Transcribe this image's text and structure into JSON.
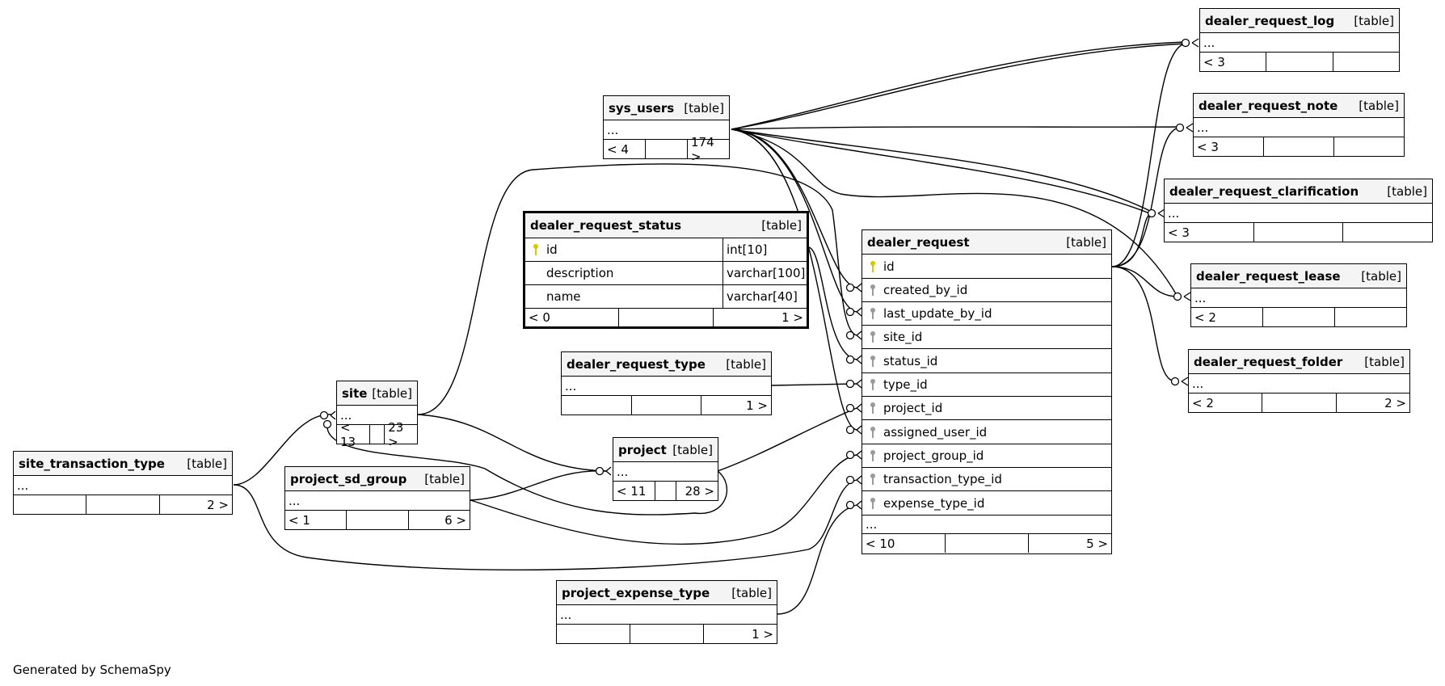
{
  "generator": "Generated by SchemaSpy",
  "colors": {
    "pk_key": "#d4c800",
    "fk_key": "#9a9a9a"
  },
  "tables": {
    "dealer_request_log": {
      "name": "dealer_request_log",
      "kind": "[table]",
      "more": "...",
      "footer": [
        "< 3",
        "",
        ""
      ]
    },
    "dealer_request_note": {
      "name": "dealer_request_note",
      "kind": "[table]",
      "more": "...",
      "footer": [
        "< 3",
        "",
        ""
      ]
    },
    "dealer_request_clarification": {
      "name": "dealer_request_clarification",
      "kind": "[table]",
      "more": "...",
      "footer": [
        "< 3",
        "",
        ""
      ]
    },
    "dealer_request_lease": {
      "name": "dealer_request_lease",
      "kind": "[table]",
      "more": "...",
      "footer": [
        "< 2",
        "",
        ""
      ]
    },
    "dealer_request_folder": {
      "name": "dealer_request_folder",
      "kind": "[table]",
      "more": "...",
      "footer": [
        "< 2",
        "",
        "2 >"
      ]
    },
    "sys_users": {
      "name": "sys_users",
      "kind": "[table]",
      "more": "...",
      "footer": [
        "< 4",
        "",
        "174 >"
      ]
    },
    "dealer_request_status": {
      "name": "dealer_request_status",
      "kind": "[table]",
      "columns": [
        {
          "name": "id",
          "type": "int[10]"
        },
        {
          "name": "description",
          "type": "varchar[100]"
        },
        {
          "name": "name",
          "type": "varchar[40]"
        }
      ],
      "footer": [
        "< 0",
        "",
        "1 >"
      ]
    },
    "dealer_request": {
      "name": "dealer_request",
      "kind": "[table]",
      "columns": [
        "id",
        "created_by_id",
        "last_update_by_id",
        "site_id",
        "status_id",
        "type_id",
        "project_id",
        "assigned_user_id",
        "project_group_id",
        "transaction_type_id",
        "expense_type_id"
      ],
      "more": "...",
      "footer": [
        "< 10",
        "",
        "5 >"
      ]
    },
    "dealer_request_type": {
      "name": "dealer_request_type",
      "kind": "[table]",
      "more": "...",
      "footer": [
        "",
        "",
        "1 >"
      ]
    },
    "site": {
      "name": "site",
      "kind": "[table]",
      "more": "...",
      "footer": [
        "< 13",
        "",
        "23 >"
      ]
    },
    "project": {
      "name": "project",
      "kind": "[table]",
      "more": "...",
      "footer": [
        "< 11",
        "",
        "28 >"
      ]
    },
    "site_transaction_type": {
      "name": "site_transaction_type",
      "kind": "[table]",
      "more": "...",
      "footer": [
        "",
        "",
        "2 >"
      ]
    },
    "project_sd_group": {
      "name": "project_sd_group",
      "kind": "[table]",
      "more": "...",
      "footer": [
        "< 1",
        "",
        "6 >"
      ]
    },
    "project_expense_type": {
      "name": "project_expense_type",
      "kind": "[table]",
      "more": "...",
      "footer": [
        "",
        "",
        "1 >"
      ]
    }
  }
}
